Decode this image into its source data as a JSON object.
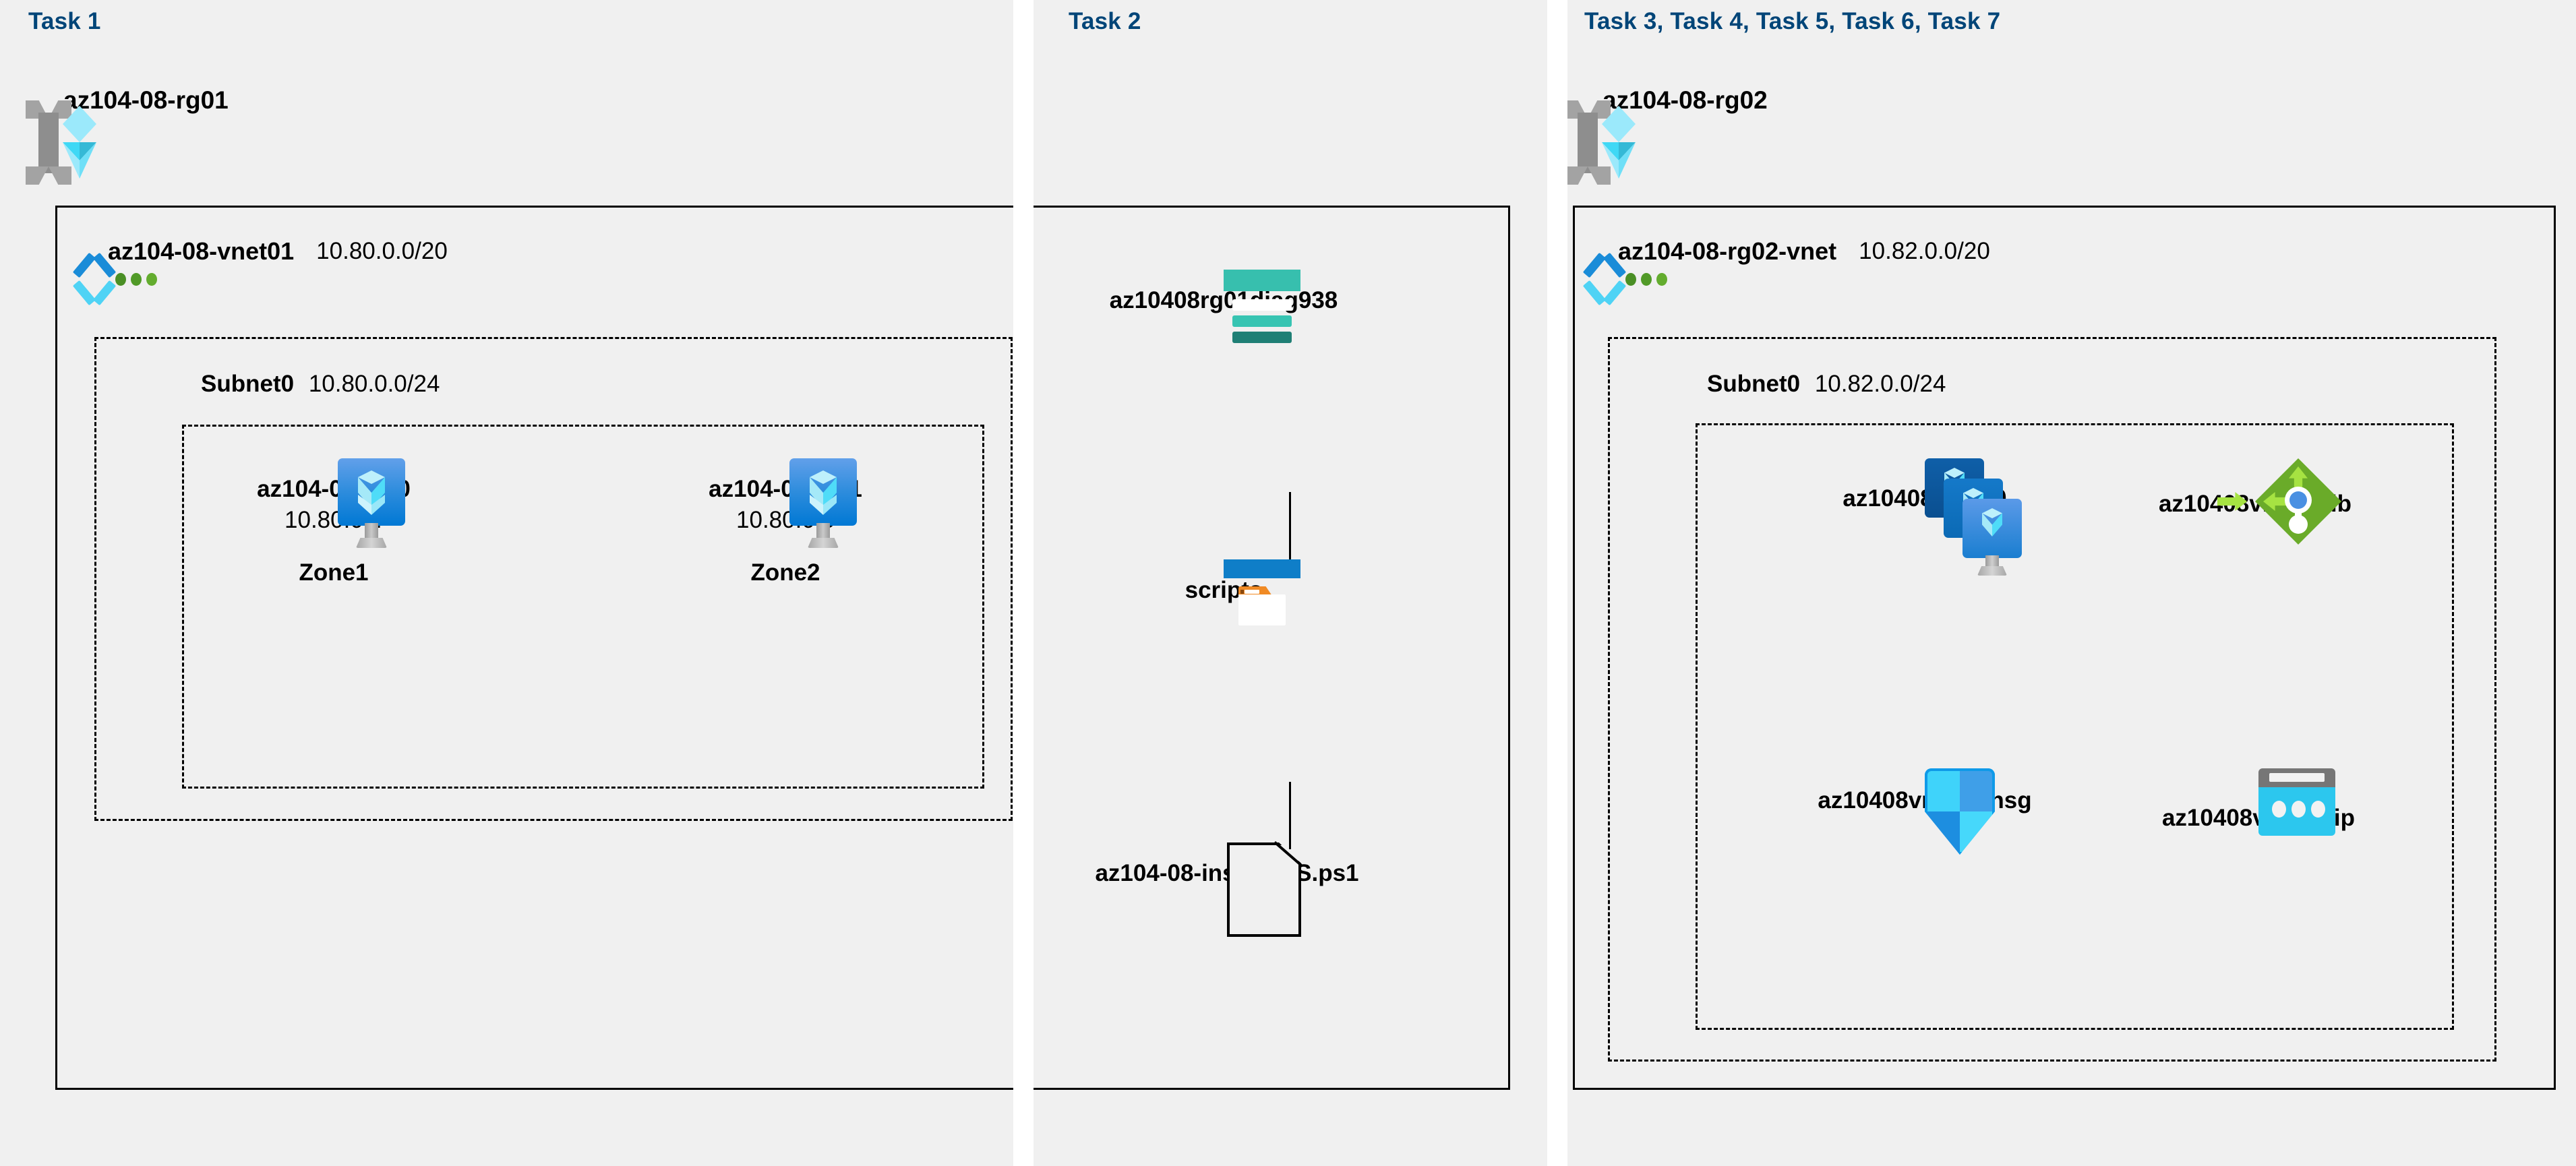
{
  "tasks": {
    "col1": "Task 1",
    "col2": "Task 2",
    "col3": "Task 3, Task 4, Task 5, Task 6, Task 7"
  },
  "colors": {
    "task_label": "#004578",
    "panel_background": "#f0f0f0",
    "page_background": "#ffffff",
    "border": "#000000",
    "vm_blue": "#0078d4",
    "vnet_chevron_dark": "#1a8cd8",
    "vnet_chevron_light": "#4fd3f5",
    "vnet_dot_green": "#519a28",
    "rg_bracket_gray": "#8e8e8e",
    "rg_cube_cyan": "#35d5f0",
    "storage_teal": "#37bfae",
    "storage_teal_dark": "#1f7f75",
    "container_blue": "#0f7ec8",
    "container_cyan": "#32bede",
    "container_tab_orange": "#f08a24",
    "lb_green": "#6aab29",
    "lb_arrow_green": "#a6e342",
    "lb_node_blue": "#4a90e2",
    "nsg_blue": "#1d9ef0",
    "ip_cyan": "#2cc7ee",
    "ip_gray": "#767676"
  },
  "column1": {
    "resource_group": {
      "name": "az104-08-rg01",
      "icon": "resource-group-icon"
    },
    "vnet": {
      "name": "az104-08-vnet01",
      "cidr": "10.80.0.0/20",
      "icon": "virtual-network-icon"
    },
    "subnet": {
      "name": "Subnet0",
      "cidr": "10.80.0.0/24"
    },
    "vms": [
      {
        "name": "az104-08-vm0",
        "ip": "10.80.0.4",
        "zone": "Zone1",
        "icon": "virtual-machine-icon"
      },
      {
        "name": "az104-08-vm1",
        "ip": "10.80.0.5",
        "zone": "Zone2",
        "icon": "virtual-machine-icon"
      }
    ]
  },
  "column2": {
    "storage_account": {
      "name": "az10408rg01diag938",
      "icon": "storage-account-icon"
    },
    "container": {
      "name": "scripts",
      "icon": "blob-container-icon"
    },
    "file": {
      "name": "az104-08-install_IIS.ps1",
      "icon": "file-icon"
    }
  },
  "column3": {
    "resource_group": {
      "name": "az104-08-rg02",
      "icon": "resource-group-icon"
    },
    "vnet": {
      "name": "az104-08-rg02-vnet",
      "cidr": "10.82.0.0/20",
      "icon": "virtual-network-icon"
    },
    "subnet": {
      "name": "Subnet0",
      "cidr": "10.82.0.0/24"
    },
    "resources": [
      {
        "name": "az10408vmss0",
        "icon": "vm-scale-set-icon"
      },
      {
        "name": "az10408vmss0-lb",
        "icon": "load-balancer-icon"
      },
      {
        "name": "az10408vmss0-nsg",
        "icon": "network-security-group-icon"
      },
      {
        "name": "az10408vmss0-ip",
        "icon": "public-ip-address-icon"
      }
    ]
  }
}
